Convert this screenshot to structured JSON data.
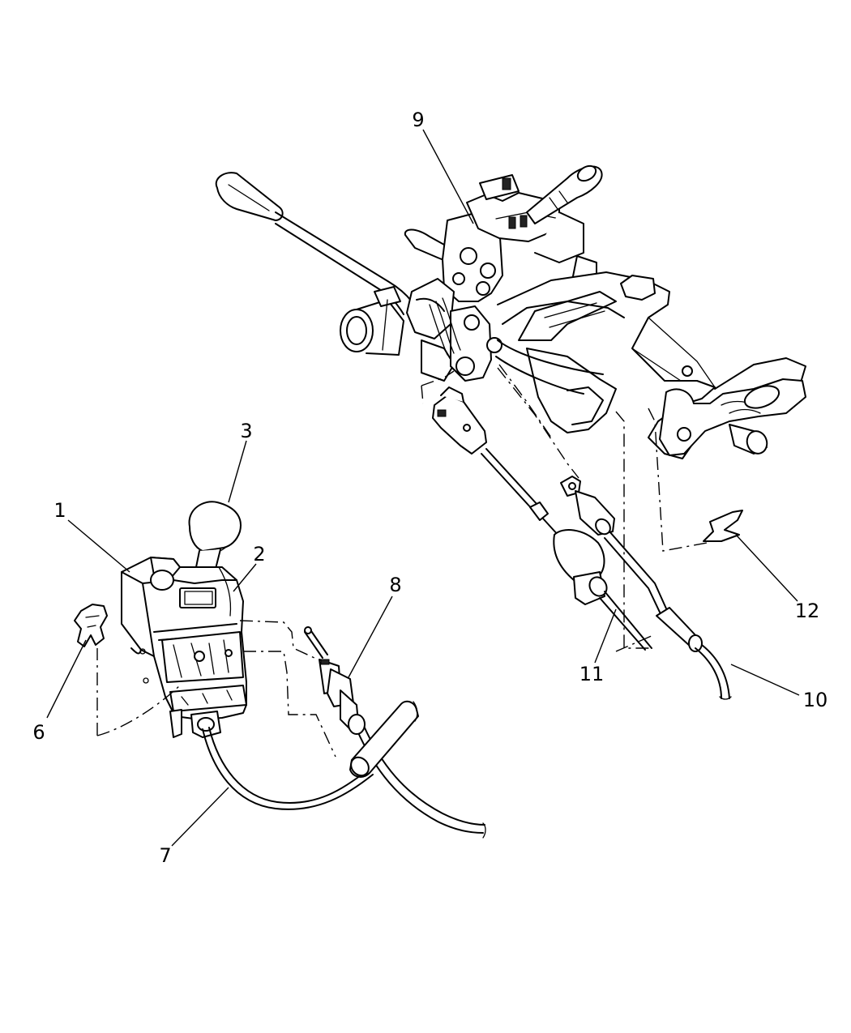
{
  "callouts": {
    "c1": "1",
    "c2": "2",
    "c3": "3",
    "c6": "6",
    "c7": "7",
    "c8": "8",
    "c9": "9",
    "c10": "10",
    "c11": "11",
    "c12": "12"
  }
}
